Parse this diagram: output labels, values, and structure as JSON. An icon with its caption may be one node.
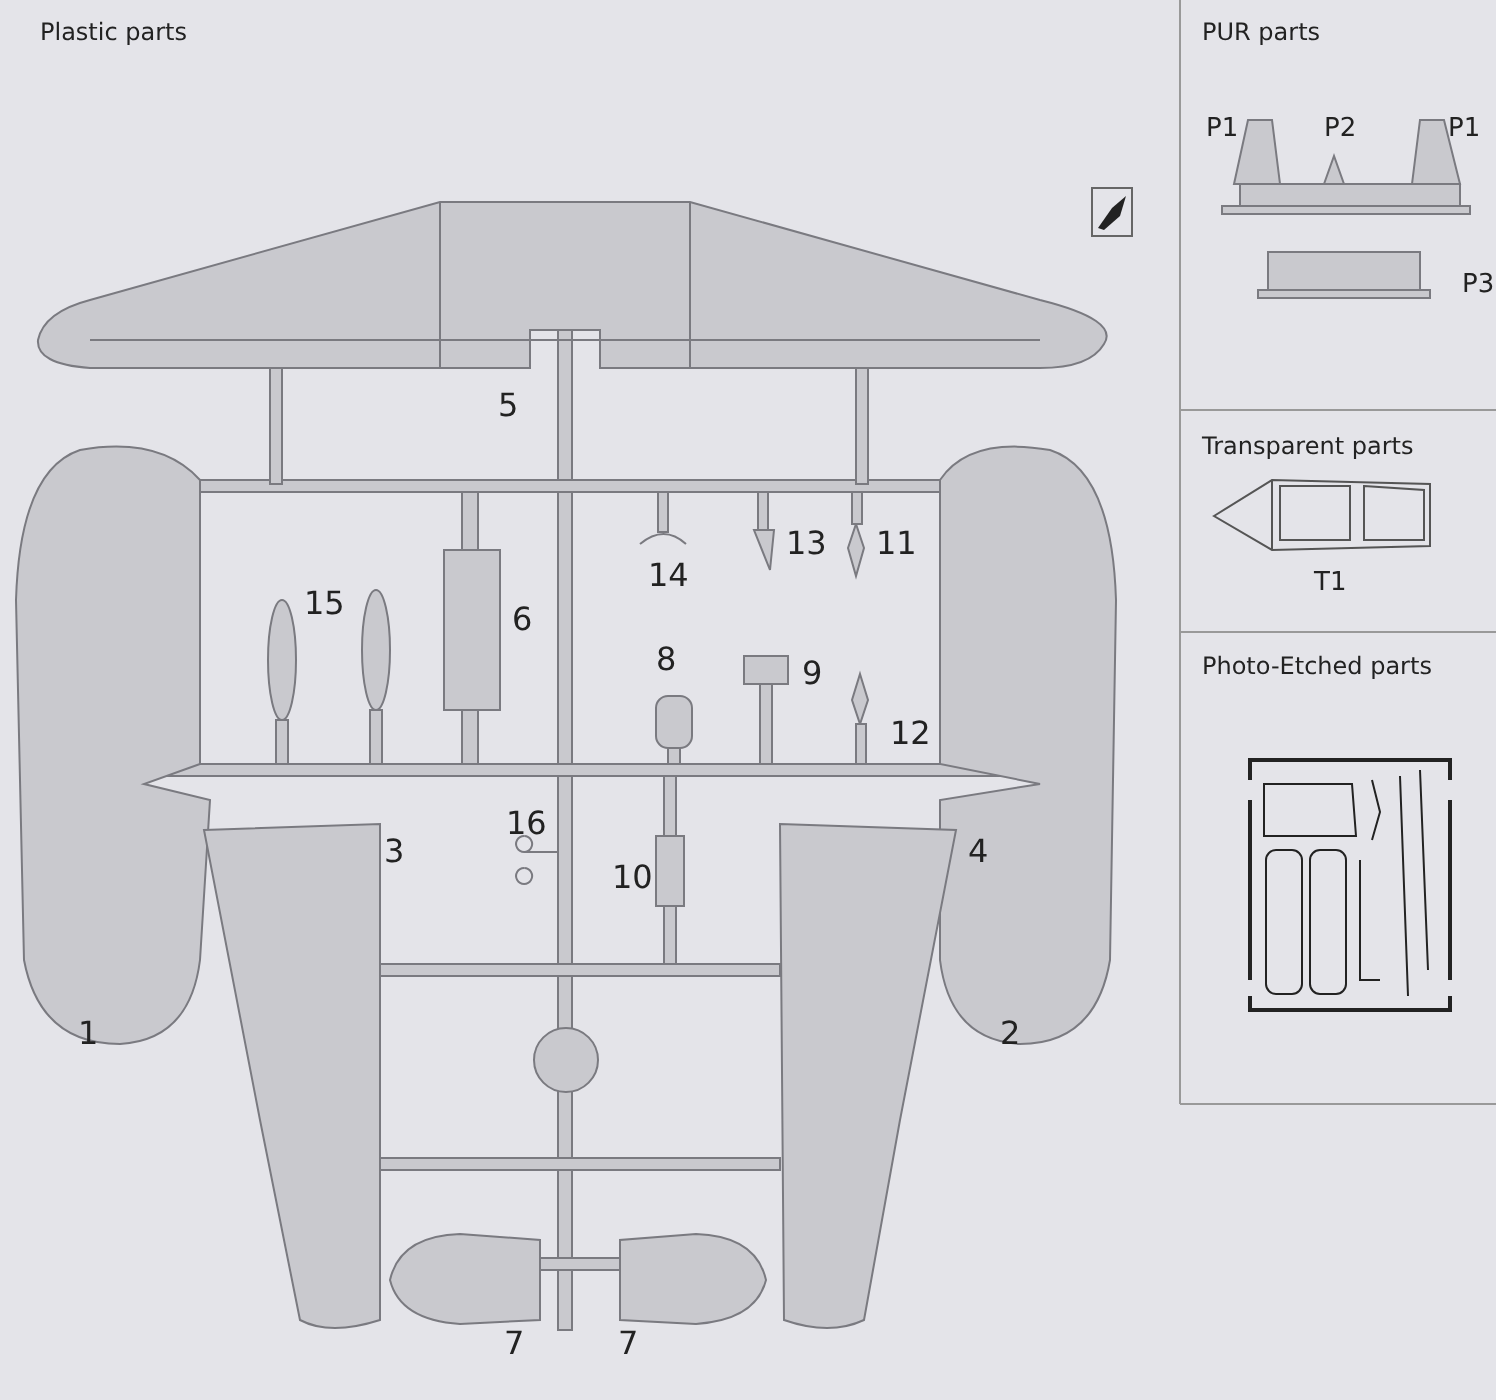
{
  "diagram": {
    "labels": [
      "Plastic parts",
      "PUR parts",
      "P1",
      "P2",
      "P1",
      "P3",
      "5",
      "Transparent parts",
      "13",
      "11",
      "14",
      "T1",
      "15",
      "6",
      "8",
      "9",
      "Photo-Etched parts",
      "12",
      "16",
      "3",
      "4",
      "10",
      "1",
      "2",
      "7",
      "7"
    ]
  }
}
